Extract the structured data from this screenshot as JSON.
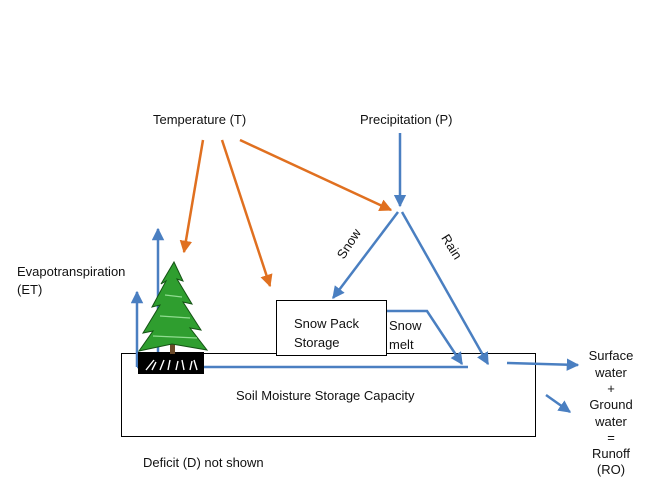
{
  "labels": {
    "temperature": "Temperature (T)",
    "precipitation": "Precipitation (P)",
    "evapotranspiration": "Evapotranspiration",
    "evapotranspiration_abbr": "(ET)",
    "snow": "Snow",
    "rain": "Rain",
    "snow_pack_line1": "Snow Pack",
    "snow_pack_line2": "Storage",
    "snow_melt_line1": "Snow",
    "snow_melt_line2": "melt",
    "soil_moisture": "Soil Moisture Storage Capacity",
    "runoff_lines": [
      "Surface",
      "water",
      "+",
      "Ground",
      "water",
      "=",
      "Runoff",
      "(RO)"
    ],
    "deficit": "Deficit (D) not shown"
  },
  "colors": {
    "temperature_arrow": "#e07020",
    "water_arrow": "#4a7fc1",
    "box_border": "#000000",
    "tree": "#2f9e2f"
  },
  "icons": {
    "tree": "evergreen-tree-icon"
  }
}
